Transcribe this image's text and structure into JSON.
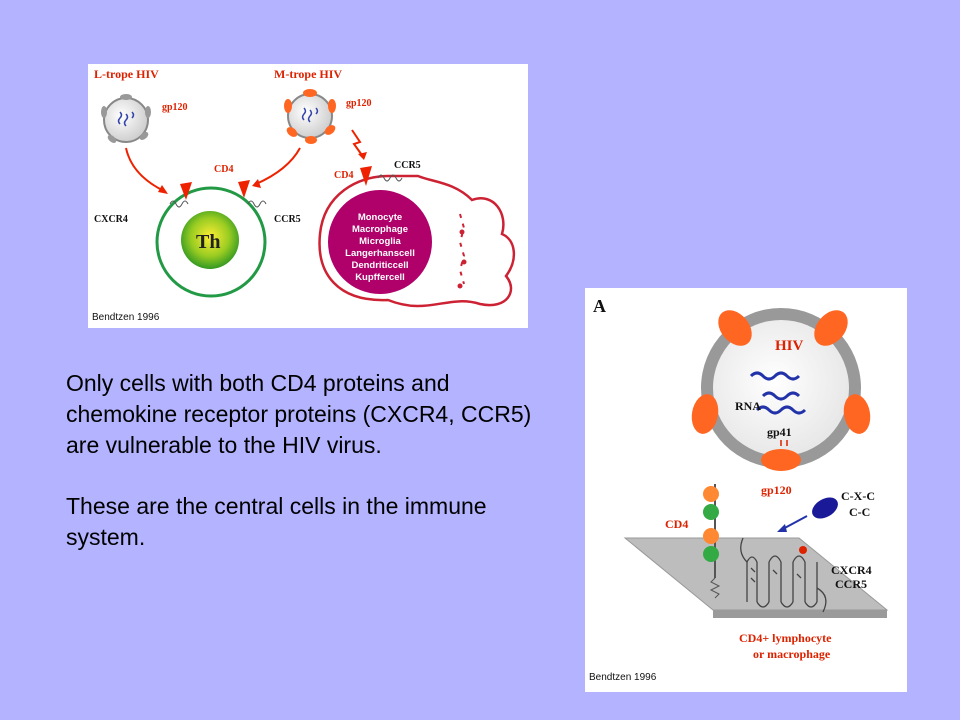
{
  "figure_top": {
    "l_trope_label": "L-trope HIV",
    "m_trope_label": "M-trope HIV",
    "gp120_left": "gp120",
    "gp120_right": "gp120",
    "cd4_center": "CD4",
    "cd4_right": "CD4",
    "ccr5_right": "CCR5",
    "cxcr4": "CXCR4",
    "ccr5_th": "CCR5",
    "th_label": "Th",
    "cell_types": [
      "Monocyte",
      "Macrophage",
      "Microglia",
      "Langerhanscell",
      "Dendriticcell",
      "Kupffercell"
    ],
    "credit": "Bendtzen 1996"
  },
  "figure_right": {
    "panel_letter": "A",
    "hiv_label": "HIV",
    "rna_label": "RNA",
    "gp41_label": "gp41",
    "gp120_label": "gp120",
    "cd4_label": "CD4",
    "cxc_label": "C-X-C",
    "cc_label": "C-C",
    "cxcr4_label": "CXCR4",
    "ccr5_label": "CCR5",
    "cell_line1": "CD4+ lymphocyte",
    "cell_line2": "or macrophage",
    "credit": "Bendtzen 1996"
  },
  "text": {
    "paragraph1": "Only cells with both CD4 proteins and chemokine receptor proteins (CXCR4, CCR5) are vulnerable to the HIV virus.",
    "paragraph2": "These are the central cells in the immune system."
  },
  "colors": {
    "background": "#b3b3ff",
    "red_label": "#dd2200",
    "virus_orange": "#ff6622",
    "cell_magenta": "#b0006a",
    "th_green": "#55bb22",
    "membrane_red": "#cc2233"
  }
}
